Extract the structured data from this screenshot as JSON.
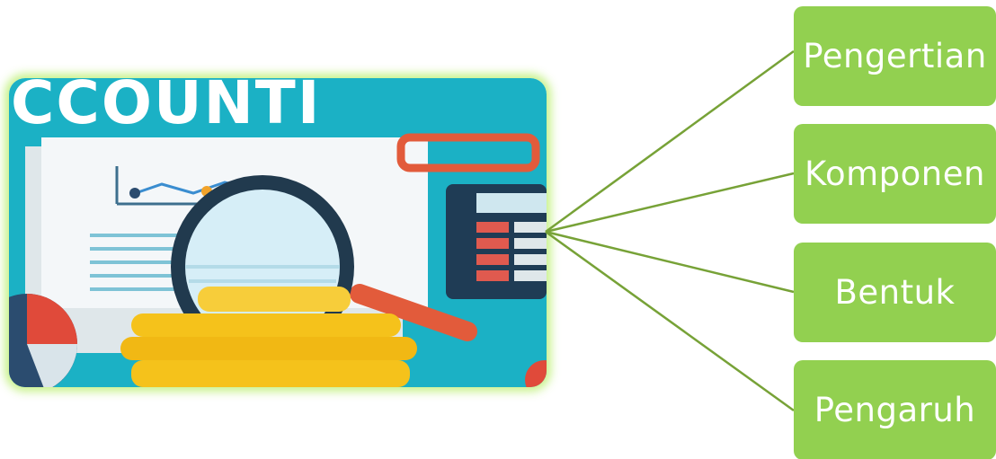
{
  "illustration": {
    "banner_text": "CCOUNTI"
  },
  "topics": [
    {
      "label": "Pengertian"
    },
    {
      "label": "Komponen"
    },
    {
      "label": "Bentuk"
    },
    {
      "label": "Pengaruh"
    }
  ],
  "colors": {
    "box_fill": "#92d050",
    "connector": "#77a237",
    "frame_glow": "#bef078",
    "illustration_bg": "#1bb1c5"
  }
}
